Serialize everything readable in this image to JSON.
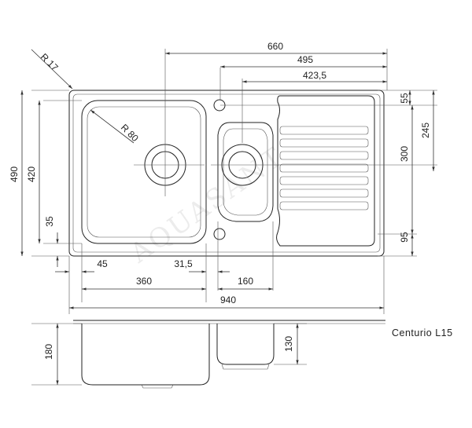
{
  "product": {
    "model": "Centurio L15",
    "watermark": "AQUASANT"
  },
  "dimensions": {
    "d660": "660",
    "d495": "495",
    "d423": "423,5",
    "d55": "55",
    "d245": "245",
    "d300": "300",
    "d95": "95",
    "d490": "490",
    "d420": "420",
    "d35": "35",
    "d45": "45",
    "d31": "31,5",
    "d360": "360",
    "d160": "160",
    "d940": "940",
    "d180": "180",
    "d130": "130",
    "r17": "R 17",
    "r80": "R 80"
  }
}
